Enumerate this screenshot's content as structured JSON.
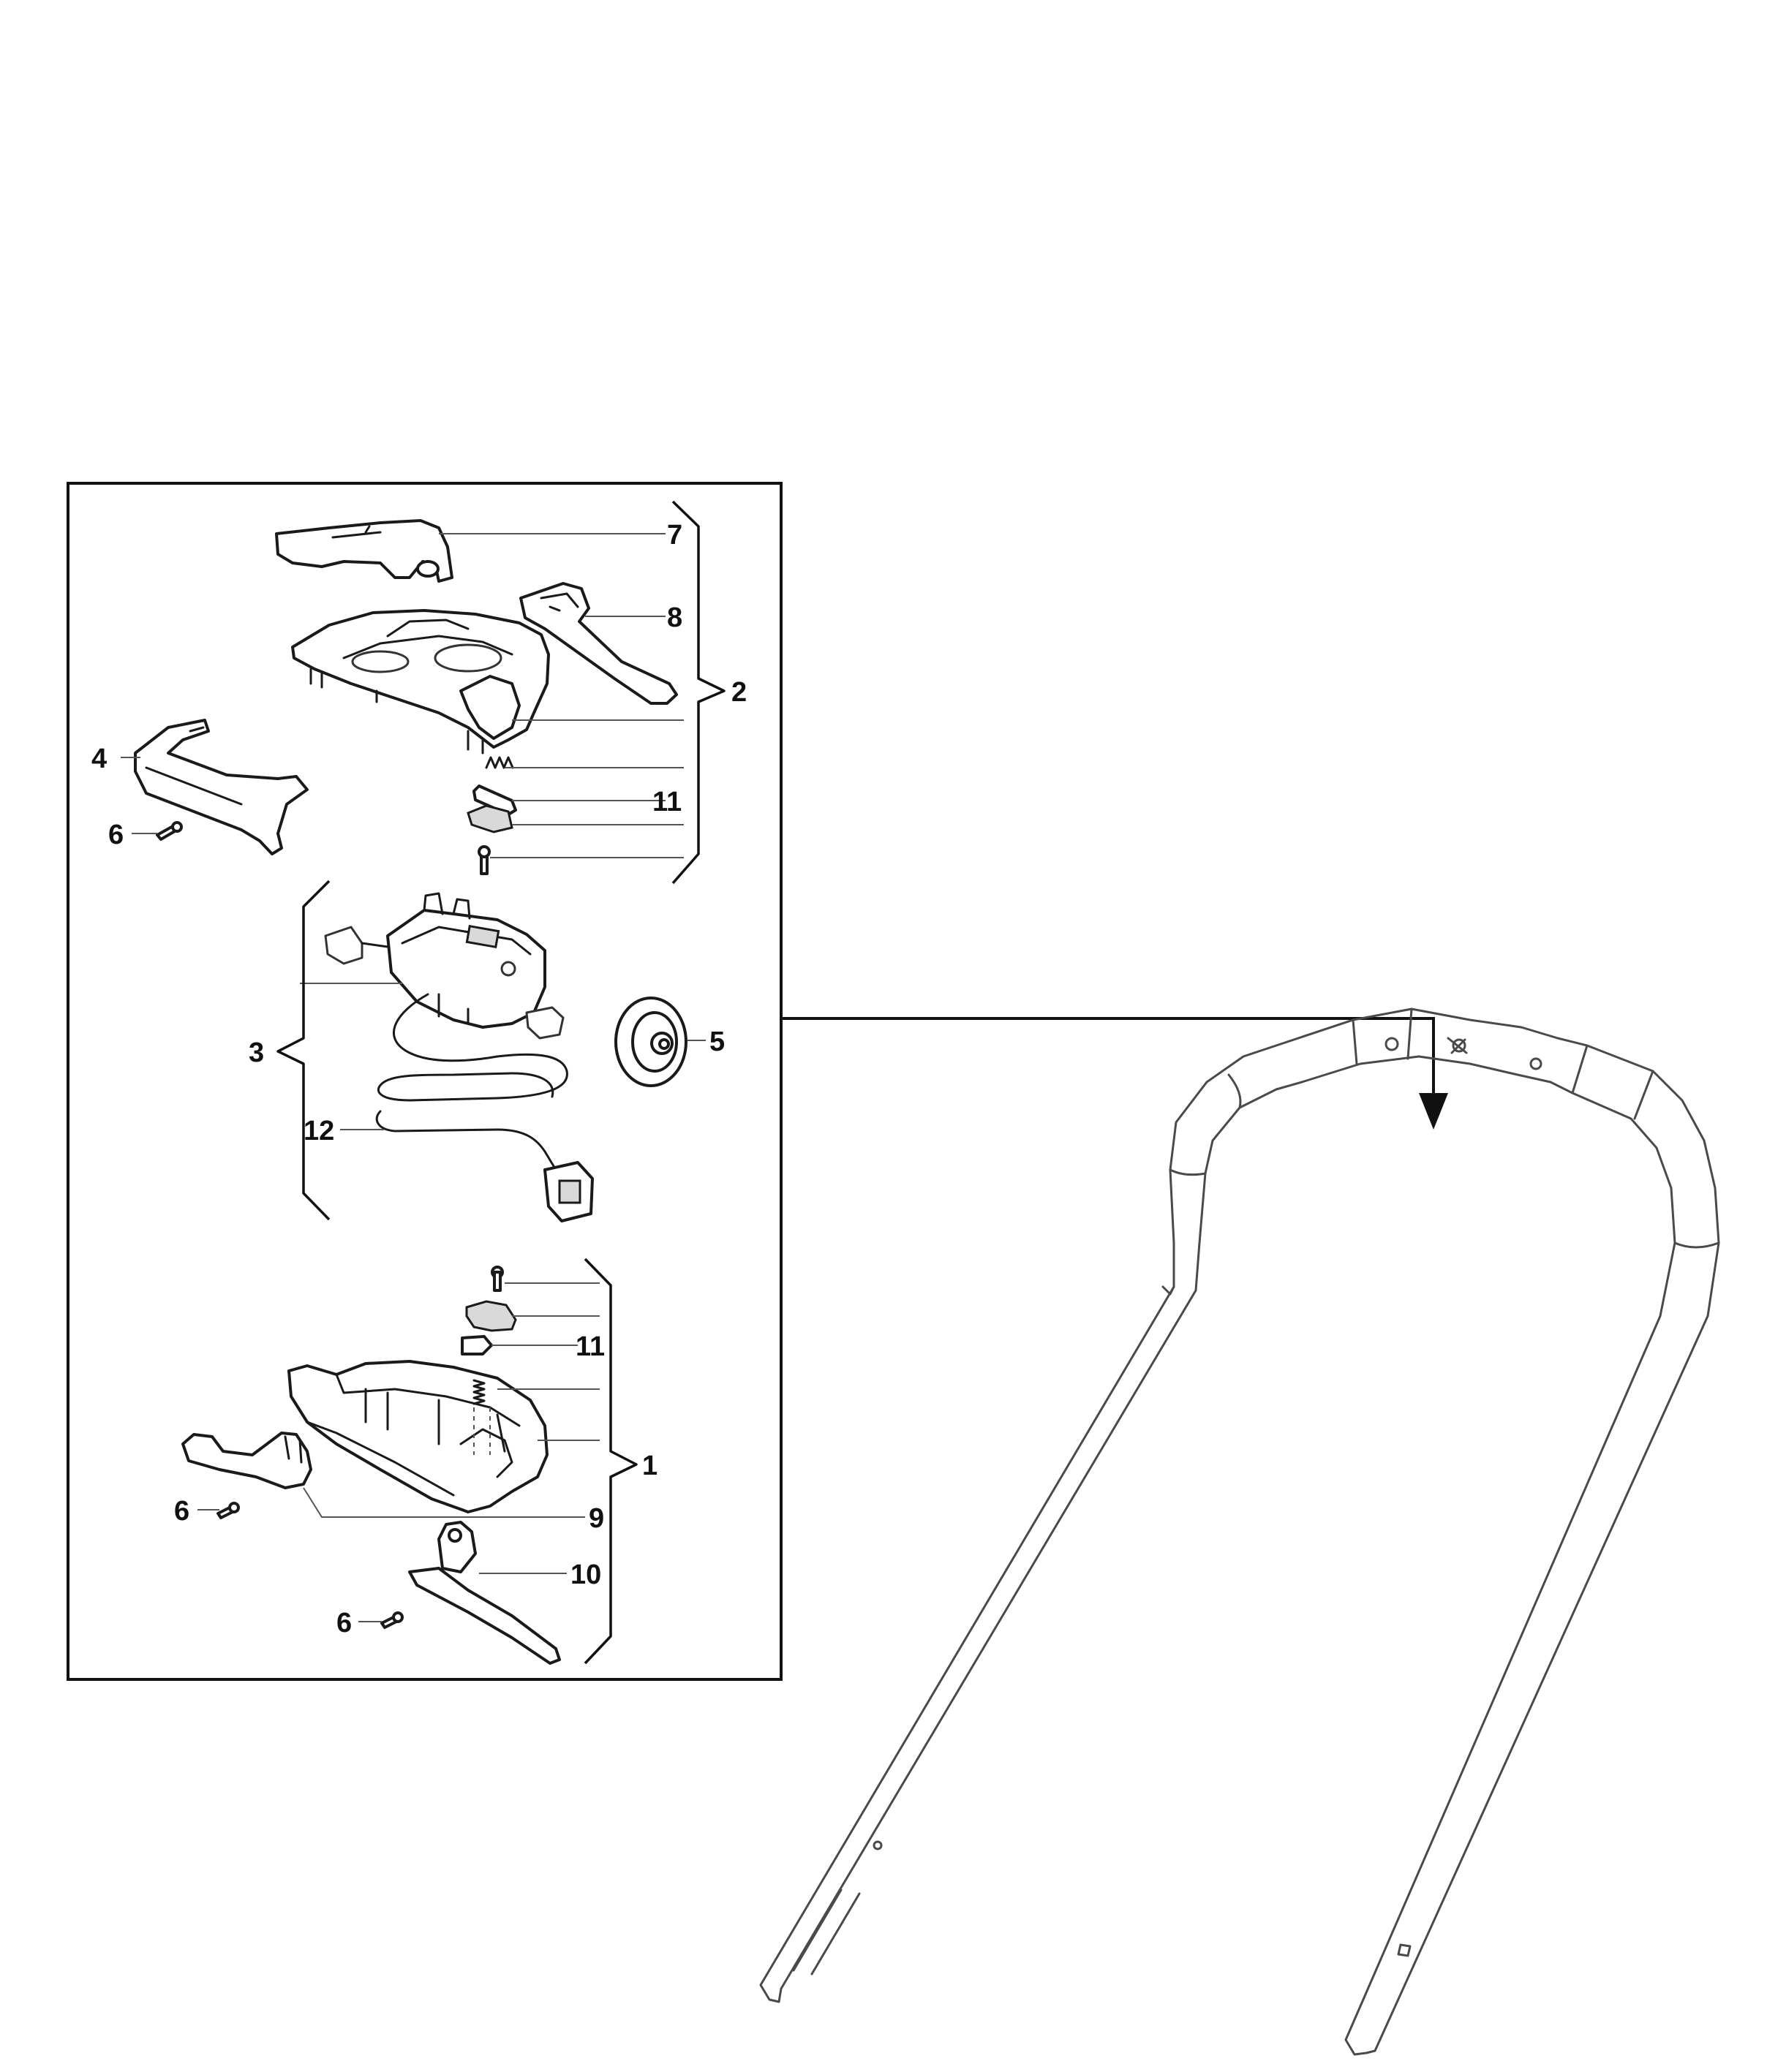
{
  "callouts": {
    "c7": "7",
    "c8": "8",
    "c2": "2",
    "c4": "4",
    "c6a": "6",
    "c11a": "11",
    "c3": "3",
    "c5": "5",
    "c12": "12",
    "c11b": "11",
    "c1": "1",
    "c6b": "6",
    "c9": "9",
    "c10": "10",
    "c6c": "6"
  }
}
